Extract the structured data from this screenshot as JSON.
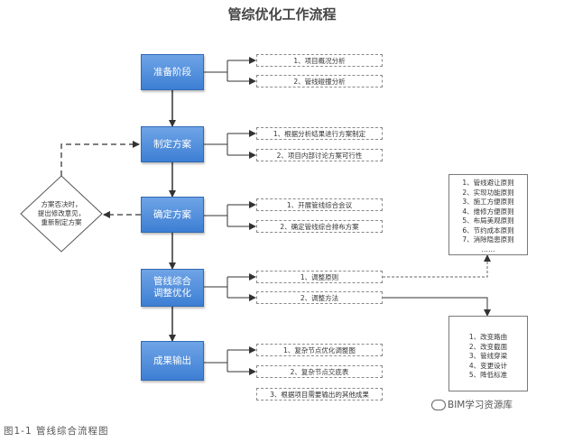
{
  "title": "管综优化工作流程",
  "stages": [
    {
      "label": "准备阶段",
      "subs": [
        "1、项目概况分析",
        "2、管线碰撞分析"
      ]
    },
    {
      "label": "制定方案",
      "subs": [
        "1、根据分析结果进行方案制定",
        "2、项目内部讨论方案可行性"
      ]
    },
    {
      "label": "确定方案",
      "subs": [
        "1、开展管线综合会议",
        "2、确定管线综合排布方案"
      ]
    },
    {
      "label": "管线综合调整优化",
      "subs": [
        "1、调整原则",
        "2、调整方法"
      ]
    },
    {
      "label": "成果输出",
      "subs": [
        "1、复杂节点优化调整图",
        "2、复杂节点交底表",
        "3、根据项目需要输出的其他成果"
      ]
    }
  ],
  "decision": [
    "方案否决时，",
    "提出修改意见，",
    "重新制定方案"
  ],
  "principles": [
    "1、管线避让原则",
    "2、实现功能原则",
    "3、施工方便原则",
    "4、维修方便原则",
    "5、布局美观原则",
    "6、节约成本原则",
    "7、消除隐患原则",
    "……"
  ],
  "methods": [
    "1、改变路由",
    "2、改变截面",
    "3、管线穿梁",
    "4、变更设计",
    "5、降低标准"
  ],
  "watermark": "BIM学习资源库",
  "caption": "图1-1 管线综合流程图",
  "colors": {
    "stage": "#4a8ad8",
    "line": "#333333",
    "dashed": "#666666"
  }
}
